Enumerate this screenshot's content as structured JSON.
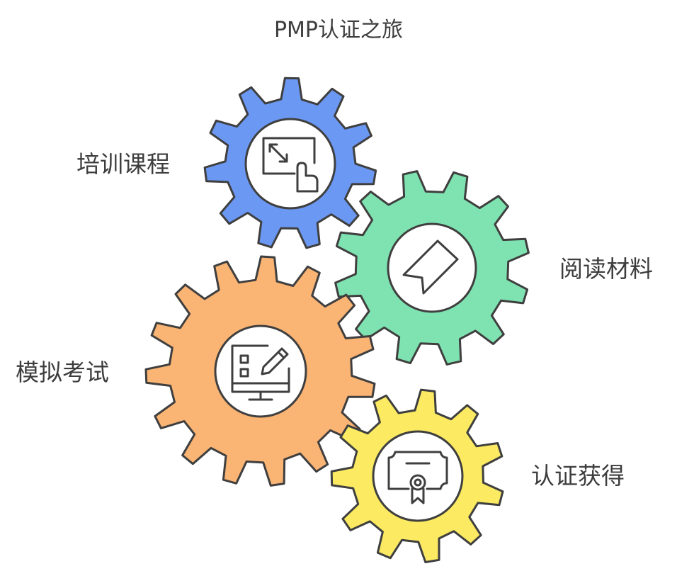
{
  "title": "PMP认证之旅",
  "steps": [
    {
      "id": "training",
      "label": "培训课程",
      "color": "#6b98f2",
      "icon": "resize-touch-icon"
    },
    {
      "id": "reading",
      "label": "阅读材料",
      "color": "#7fe3b1",
      "icon": "bookmark-icon"
    },
    {
      "id": "mock",
      "label": "模拟考试",
      "color": "#fab474",
      "icon": "monitor-checklist-edit-icon"
    },
    {
      "id": "cert",
      "label": "认证获得",
      "color": "#fbea62",
      "icon": "certificate-ribbon-icon"
    }
  ],
  "stroke_color": "#3f3f3f"
}
